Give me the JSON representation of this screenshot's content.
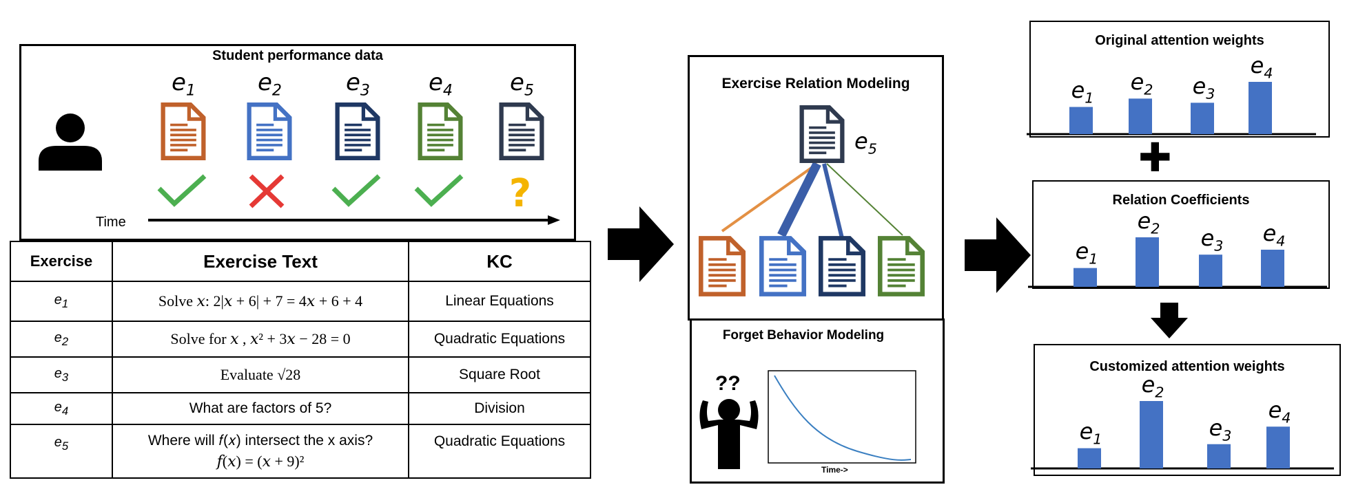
{
  "student_panel": {
    "title": "Student performance data",
    "time_label": "Time",
    "exercises": [
      {
        "label": "e",
        "sub": "1",
        "color": "#c0612b",
        "outcome": "check"
      },
      {
        "label": "e",
        "sub": "2",
        "color": "#4472c4",
        "outcome": "cross"
      },
      {
        "label": "e",
        "sub": "3",
        "color": "#1f3864",
        "outcome": "check"
      },
      {
        "label": "e",
        "sub": "4",
        "color": "#548235",
        "outcome": "check"
      },
      {
        "label": "e",
        "sub": "5",
        "color": "#2f3a4f",
        "outcome": "question"
      }
    ],
    "outcome_colors": {
      "check": "#4caf50",
      "cross": "#e53935",
      "question": "#f4b400"
    },
    "question_mark": "?"
  },
  "table": {
    "headers": [
      "Exercise",
      "Exercise Text",
      "KC"
    ],
    "rows": [
      {
        "ex": "e",
        "sub": "1",
        "text": "Solve 𝑥: 2|𝑥 + 6| + 7 = 4𝑥 + 6 + 4",
        "kc": "Linear Equations"
      },
      {
        "ex": "e",
        "sub": "2",
        "text": "Solve for 𝑥 , 𝑥² + 3𝑥 − 28 = 0",
        "kc": "Quadratic Equations"
      },
      {
        "ex": "e",
        "sub": "3",
        "text": "Evaluate  √28",
        "kc": "Square Root"
      },
      {
        "ex": "e",
        "sub": "4",
        "text": "What are factors of 5?",
        "kc": "Division"
      },
      {
        "ex": "e",
        "sub": "5",
        "text": "Where will 𝑓(𝑥) intersect the x axis?",
        "text2": "𝑓(𝑥) = (𝑥 + 9)²",
        "kc": "Quadratic Equations"
      }
    ]
  },
  "relation_panel": {
    "title": "Exercise Relation Modeling",
    "center_label": "e",
    "center_sub": "5"
  },
  "forget_panel": {
    "title": "Forget Behavior Modeling",
    "confused": "??",
    "xlabel": "Time->"
  },
  "original_weights": {
    "title": "Original attention weights",
    "bars": [
      {
        "label": "e",
        "sub": "1",
        "value": 0.52
      },
      {
        "label": "e",
        "sub": "2",
        "value": 0.68
      },
      {
        "label": "e",
        "sub": "3",
        "value": 0.6
      },
      {
        "label": "e",
        "sub": "4",
        "value": 1.0
      }
    ]
  },
  "plus_symbol": "✚",
  "relation_coefficients": {
    "title": "Relation Coefficients",
    "bars": [
      {
        "label": "e",
        "sub": "1",
        "value": 0.38
      },
      {
        "label": "e",
        "sub": "2",
        "value": 1.0
      },
      {
        "label": "e",
        "sub": "3",
        "value": 0.65
      },
      {
        "label": "e",
        "sub": "4",
        "value": 0.75
      }
    ]
  },
  "customized_weights": {
    "title": "Customized attention weights",
    "bars": [
      {
        "label": "e",
        "sub": "1",
        "value": 0.3
      },
      {
        "label": "e",
        "sub": "2",
        "value": 1.0
      },
      {
        "label": "e",
        "sub": "3",
        "value": 0.36
      },
      {
        "label": "e",
        "sub": "4",
        "value": 0.62
      }
    ]
  },
  "colors": {
    "bar": "#4472c4",
    "doc_orange": "#c0612b",
    "doc_blue": "#4472c4",
    "doc_navy": "#1f3864",
    "doc_green": "#548235",
    "doc_slate": "#2f3a4f",
    "curve": "#3a7fc1"
  }
}
